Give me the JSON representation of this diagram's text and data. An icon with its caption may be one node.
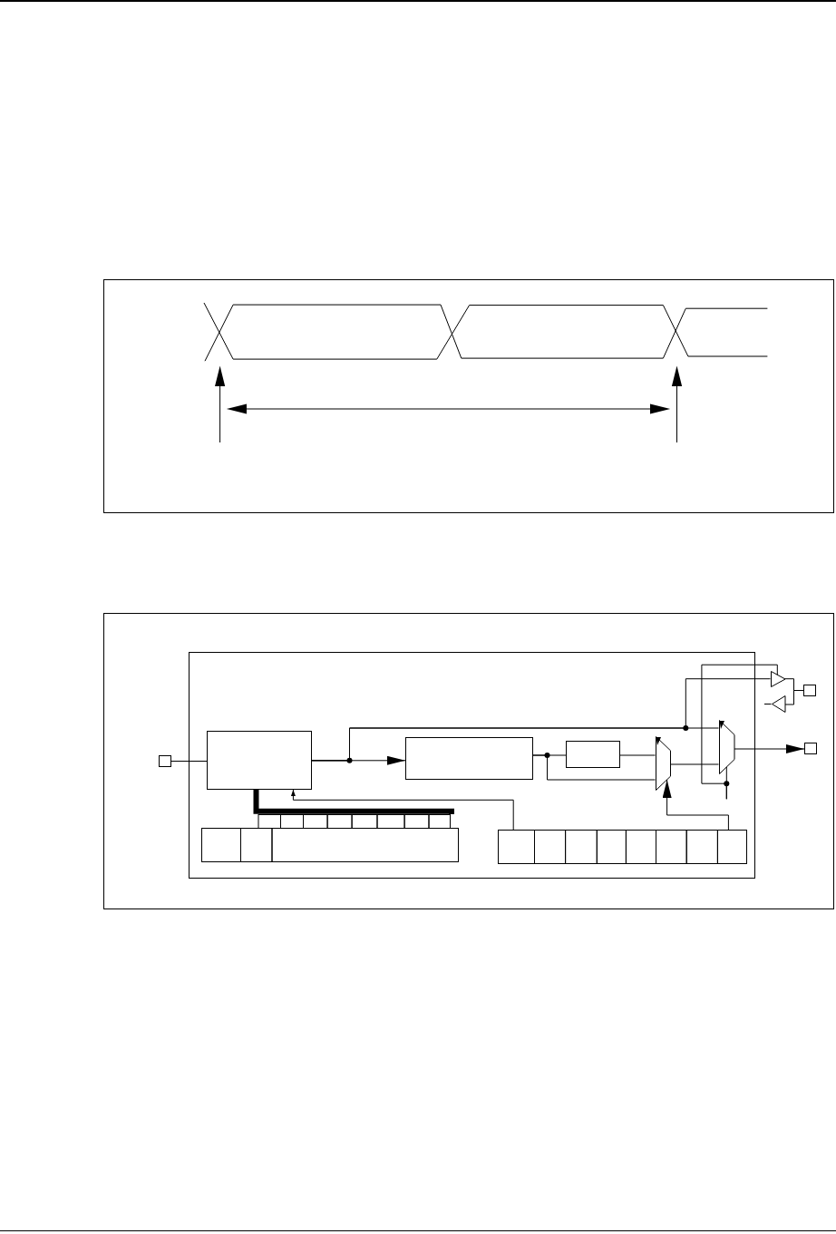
{
  "diagram": {
    "nodes": [
      {
        "text": [],
        "shape": "box"
      },
      {
        "text": [],
        "shape": "box"
      },
      {
        "text": [],
        "shape": "box",
        "in": 0
      },
      {
        "text": [],
        "shape": "box",
        "in": 0
      },
      {
        "text": [],
        "shape": "box",
        "in": 0
      },
      {
        "text": [],
        "shape": "trapezoid",
        "in": 0
      },
      {
        "text": [],
        "shape": "trapezoid",
        "in": 0
      },
      {
        "text": [],
        "shape": "triangle"
      },
      {
        "text": [],
        "shape": "triangle"
      },
      {
        "text": [],
        "shape": "box"
      },
      {
        "text": [],
        "shape": "box"
      },
      {
        "text": [],
        "shape": "box",
        "in": 0
      },
      {
        "text": [],
        "shape": "box",
        "in": 0
      }
    ],
    "edges": [
      {
        "from": 1,
        "to": 2,
        "arrow": "none"
      },
      {
        "from": 2,
        "to": 3,
        "arrow": "to"
      },
      {
        "from": 2,
        "to": 6,
        "arrow": "none"
      },
      {
        "from": 2,
        "to": 7,
        "arrow": "none"
      },
      {
        "from": 3,
        "to": 4,
        "arrow": "none"
      },
      {
        "from": 3,
        "to": 5,
        "arrow": "none"
      },
      {
        "from": 4,
        "to": 5,
        "arrow": "none"
      },
      {
        "from": 5,
        "to": 6,
        "arrow": "none"
      },
      {
        "from": 6,
        "to": 10,
        "arrow": "to"
      },
      {
        "from": null,
        "to": 6,
        "arrow": "none"
      },
      {
        "from": null,
        "to": 7,
        "arrow": "none"
      },
      {
        "from": 7,
        "to": 9,
        "arrow": "none"
      },
      {
        "from": 9,
        "to": 8,
        "arrow": "none"
      },
      {
        "from": 8,
        "to": null,
        "arrow": "none"
      },
      {
        "from": 2,
        "to": 11,
        "arrow": "none",
        "style": "thick"
      },
      {
        "from": 12,
        "to": 2,
        "arrow": "to"
      },
      {
        "from": 12,
        "to": 5,
        "arrow": "to"
      }
    ]
  }
}
